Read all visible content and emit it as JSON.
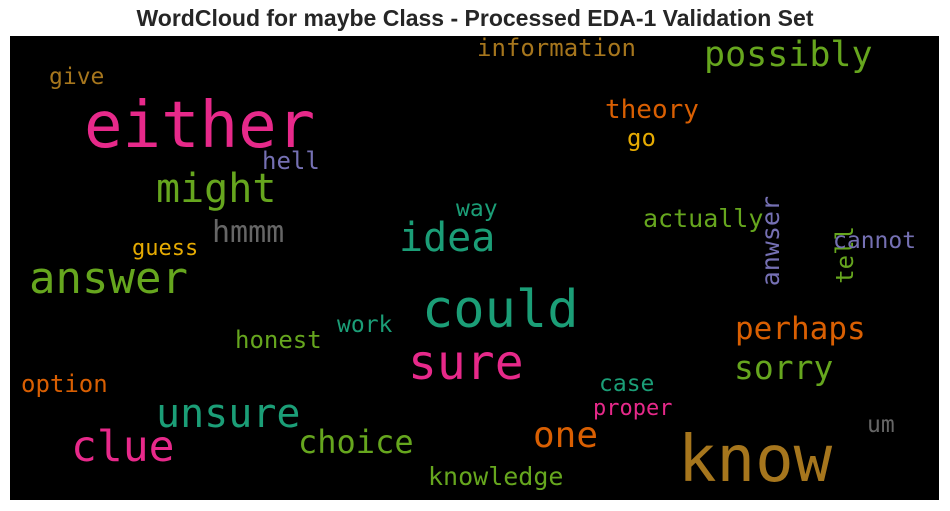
{
  "title": "WordCloud for maybe Class - Processed EDA-1 Validation Set",
  "palette": {
    "pink": "#e7298a",
    "green": "#66a61e",
    "teal": "#1b9e77",
    "orange": "#d95f02",
    "purple": "#7570b3",
    "gold": "#e6ab02",
    "brown": "#a6761d",
    "gray": "#666666",
    "background": "#000000"
  },
  "words": [
    {
      "text": "know",
      "color": "#a6761d"
    },
    {
      "text": "either",
      "color": "#e7298a"
    },
    {
      "text": "could",
      "color": "#1b9e77"
    },
    {
      "text": "sure",
      "color": "#e7298a"
    },
    {
      "text": "answer",
      "color": "#66a61e"
    },
    {
      "text": "clue",
      "color": "#e7298a"
    },
    {
      "text": "might",
      "color": "#66a61e"
    },
    {
      "text": "unsure",
      "color": "#1b9e77"
    },
    {
      "text": "idea",
      "color": "#1b9e77"
    },
    {
      "text": "possibly",
      "color": "#66a61e"
    },
    {
      "text": "one",
      "color": "#d95f02"
    },
    {
      "text": "perhaps",
      "color": "#d95f02"
    },
    {
      "text": "choice",
      "color": "#66a61e"
    },
    {
      "text": "sorry",
      "color": "#66a61e"
    },
    {
      "text": "hmmm",
      "color": "#666666"
    },
    {
      "text": "information",
      "color": "#a6761d"
    },
    {
      "text": "theory",
      "color": "#d95f02"
    },
    {
      "text": "anwser",
      "color": "#7570b3"
    },
    {
      "text": "tell",
      "color": "#66a61e"
    },
    {
      "text": "knowledge",
      "color": "#66a61e"
    },
    {
      "text": "actually",
      "color": "#66a61e"
    },
    {
      "text": "honest",
      "color": "#66a61e"
    },
    {
      "text": "option",
      "color": "#d95f02"
    },
    {
      "text": "cannot",
      "color": "#7570b3"
    },
    {
      "text": "case",
      "color": "#1b9e77"
    },
    {
      "text": "proper",
      "color": "#e7298a"
    },
    {
      "text": "work",
      "color": "#1b9e77"
    },
    {
      "text": "way",
      "color": "#1b9e77"
    },
    {
      "text": "guess",
      "color": "#e6ab02"
    },
    {
      "text": "hell",
      "color": "#7570b3"
    },
    {
      "text": "give",
      "color": "#a6761d"
    },
    {
      "text": "go",
      "color": "#e6ab02"
    },
    {
      "text": "um",
      "color": "#666666"
    }
  ]
}
